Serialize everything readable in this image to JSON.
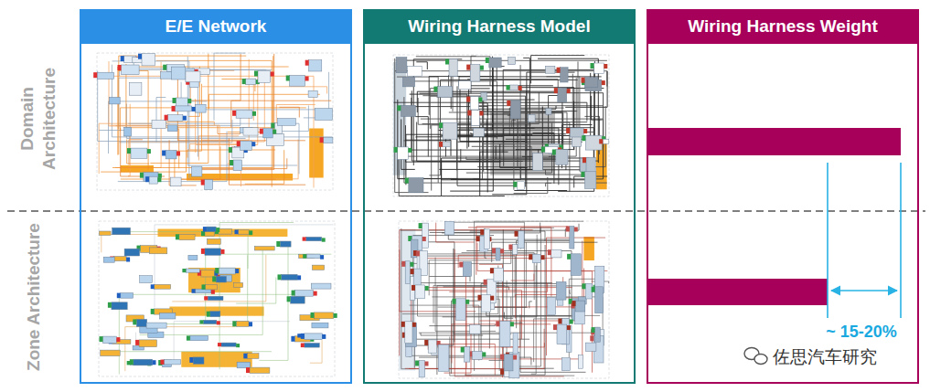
{
  "diagram": {
    "nodes": [
      {
        "text": [
          "E/E Network"
        ]
      },
      {
        "text": [
          "Wiring Harness Model"
        ]
      },
      {
        "text": [
          "Wiring Harness Weight"
        ]
      }
    ],
    "labels": [
      "Domain Architecture",
      "Zone Architecture",
      "~ 15-20%",
      "佐思汽车研究"
    ]
  }
}
